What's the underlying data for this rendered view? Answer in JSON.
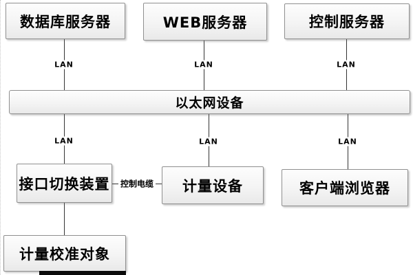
{
  "nodes": {
    "db_server": {
      "label": "数据库服务器"
    },
    "web_server": {
      "label": "WEB服务器"
    },
    "control_server": {
      "label": "控制服务器"
    },
    "ethernet": {
      "label": "以太网设备"
    },
    "interface_switch": {
      "label": "接口切换装置"
    },
    "metering_device": {
      "label": "计量设备"
    },
    "client_browser": {
      "label": "客户端浏览器"
    },
    "calibration_object": {
      "label": "计量校准对象"
    }
  },
  "edge_labels": {
    "lan": "LAN",
    "control_cable": "控制电缆"
  },
  "edges": [
    {
      "from": "db_server",
      "to": "ethernet",
      "label": "LAN"
    },
    {
      "from": "web_server",
      "to": "ethernet",
      "label": "LAN"
    },
    {
      "from": "control_server",
      "to": "ethernet",
      "label": "LAN"
    },
    {
      "from": "ethernet",
      "to": "interface_switch",
      "label": "LAN"
    },
    {
      "from": "ethernet",
      "to": "metering_device",
      "label": "LAN"
    },
    {
      "from": "ethernet",
      "to": "client_browser",
      "label": "LAN"
    },
    {
      "from": "interface_switch",
      "to": "metering_device",
      "label": "控制电缆"
    },
    {
      "from": "interface_switch",
      "to": "calibration_object",
      "label": ""
    }
  ],
  "colors": {
    "background": "#ffffff",
    "box_fill_top": "#fdfdfd",
    "box_fill_bottom": "#e9e9e9",
    "box_border": "#8f8f8f",
    "connector_line": "#333333",
    "text": "#000000",
    "bottom_bar": "#0a0a0a"
  }
}
